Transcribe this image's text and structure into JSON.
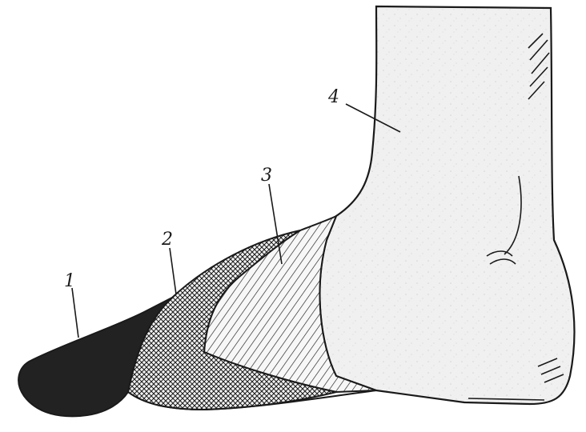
{
  "labels": {
    "zone1": "1",
    "zone2": "2",
    "zone3": "3",
    "zone4": "4"
  },
  "colors": {
    "ink": "#1a1a1a",
    "zone1_fill": "#222222",
    "zone2_pattern": "crosshatch",
    "zone3_pattern": "diagonal-hatch",
    "zone4_fill": "#f1f1f1"
  }
}
